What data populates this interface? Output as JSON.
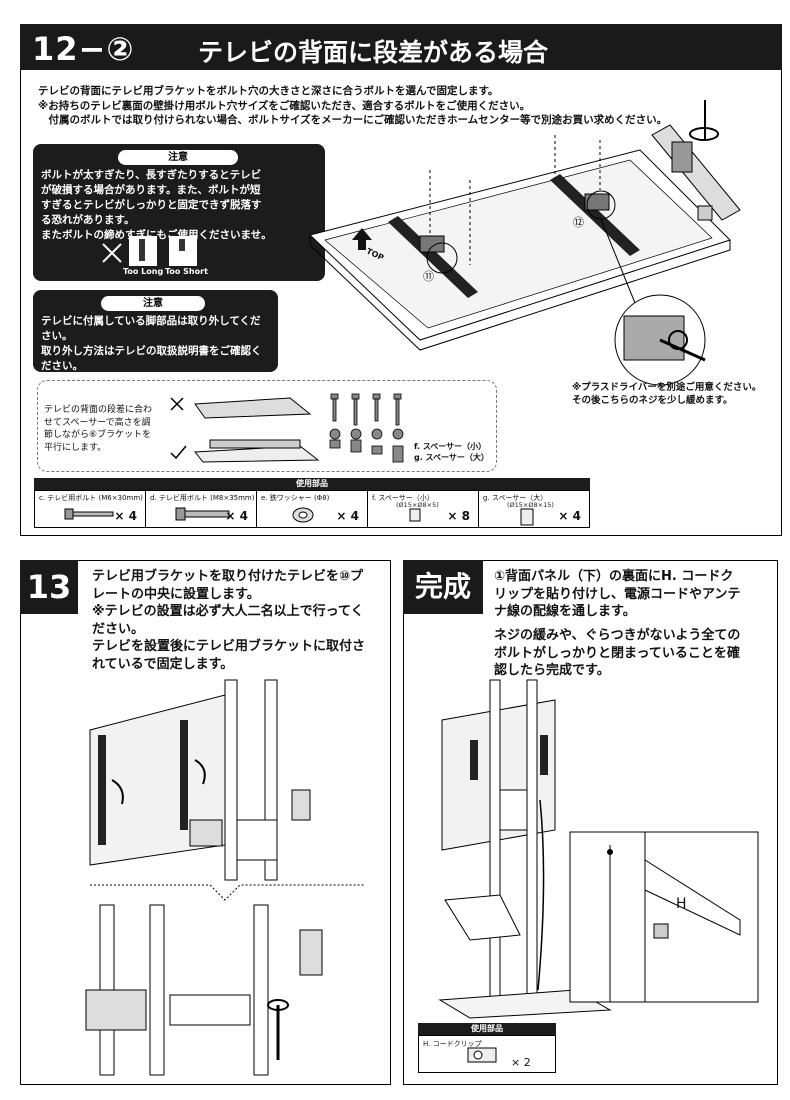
{
  "header": {
    "step": "12−②",
    "title": "テレビの背面に段差がある場合"
  },
  "intro": [
    "テレビの背面にテレビ用ブラケットをボルト穴の大きさと深さに合うボルトを選んで固定します。",
    "※お持ちのテレビ裏面の壁掛け用ボルト穴サイズをご確認いただき、適合するボルトをご使用ください。",
    "　付属のボルトでは取り付けられない場合、ボルトサイズをメーカーにご確認いただきホームセンター等で別途お買い求めください。"
  ],
  "caution1": {
    "tag": "注意",
    "lines": [
      "ボルトが太すぎたり、長すぎたりするとテレビ",
      "が破損する場合があります。また、ボルトが短",
      "すぎるとテレビがしっかりと固定できず脱落す",
      "る恐れがあります。",
      "またボルトの締めすぎにもご使用くださいませ。"
    ],
    "too_long": "Too Long",
    "too_short": "Too Short"
  },
  "caution2": {
    "tag": "注意",
    "lines": [
      "テレビに付属している脚部品は取り外してくだ",
      "さい。",
      "取り外し方法はテレビの取扱説明書をご確認く",
      "ださい。"
    ]
  },
  "diagram12": {
    "top_label": "TOP",
    "left_bracket": "⑪",
    "right_bracket": "⑫"
  },
  "note_driver": [
    "※プラスドライバーを別途ご用意ください。",
    "その後こちらのネジを少し緩めます。"
  ],
  "spacer_note": {
    "lines": [
      "テレビの背面の段差に合わ",
      "せてスペーサーで高さを調",
      "節しながら⑥ブラケットを",
      "平行にします。"
    ],
    "f_label": "f. スペーサー（小）",
    "g_label": "g. スペーサー（大）"
  },
  "parts12": {
    "heading": "使用部品",
    "items": [
      {
        "label": "c. テレビ用ボルト (M6×30mm)",
        "size": "",
        "qty": "× 4"
      },
      {
        "label": "d. テレビ用ボルト (M8×35mm)",
        "size": "",
        "qty": "× 4"
      },
      {
        "label": "e. 鉄ワッシャー (Φ8)",
        "size": "",
        "qty": "× 4"
      },
      {
        "label": "f. スペーサー（小）",
        "size": "(Ø15×Ø8×5)",
        "qty": "× 8"
      },
      {
        "label": "g. スペーサー（大）",
        "size": "(Ø15×Ø8×15)",
        "qty": "× 4"
      }
    ]
  },
  "step13": {
    "number": "13",
    "lines": [
      "テレビ用ブラケットを取り付けたテレビを⑩プ",
      "レートの中央に設置します。",
      "※テレビの設置は必ず大人二名以上で行ってく",
      "ださい。",
      "テレビを設置後にテレビ用ブラケットに取付さ",
      "れているで固定します。"
    ]
  },
  "complete": {
    "badge": "完成",
    "lines1": [
      "①背面パネル（下）の裏面にH. コードク",
      "リップを貼り付けし、電源コードやアンテ",
      "ナ線の配線を通します。"
    ],
    "lines2": [
      "ネジの緩みや、ぐらつきがないよう全ての",
      "ボルトがしっかりと閉まっていることを確",
      "認したら完成です。"
    ],
    "callout": "H",
    "parts": {
      "heading": "使用部品",
      "label": "H. コードクリップ",
      "qty": "× 2"
    }
  }
}
